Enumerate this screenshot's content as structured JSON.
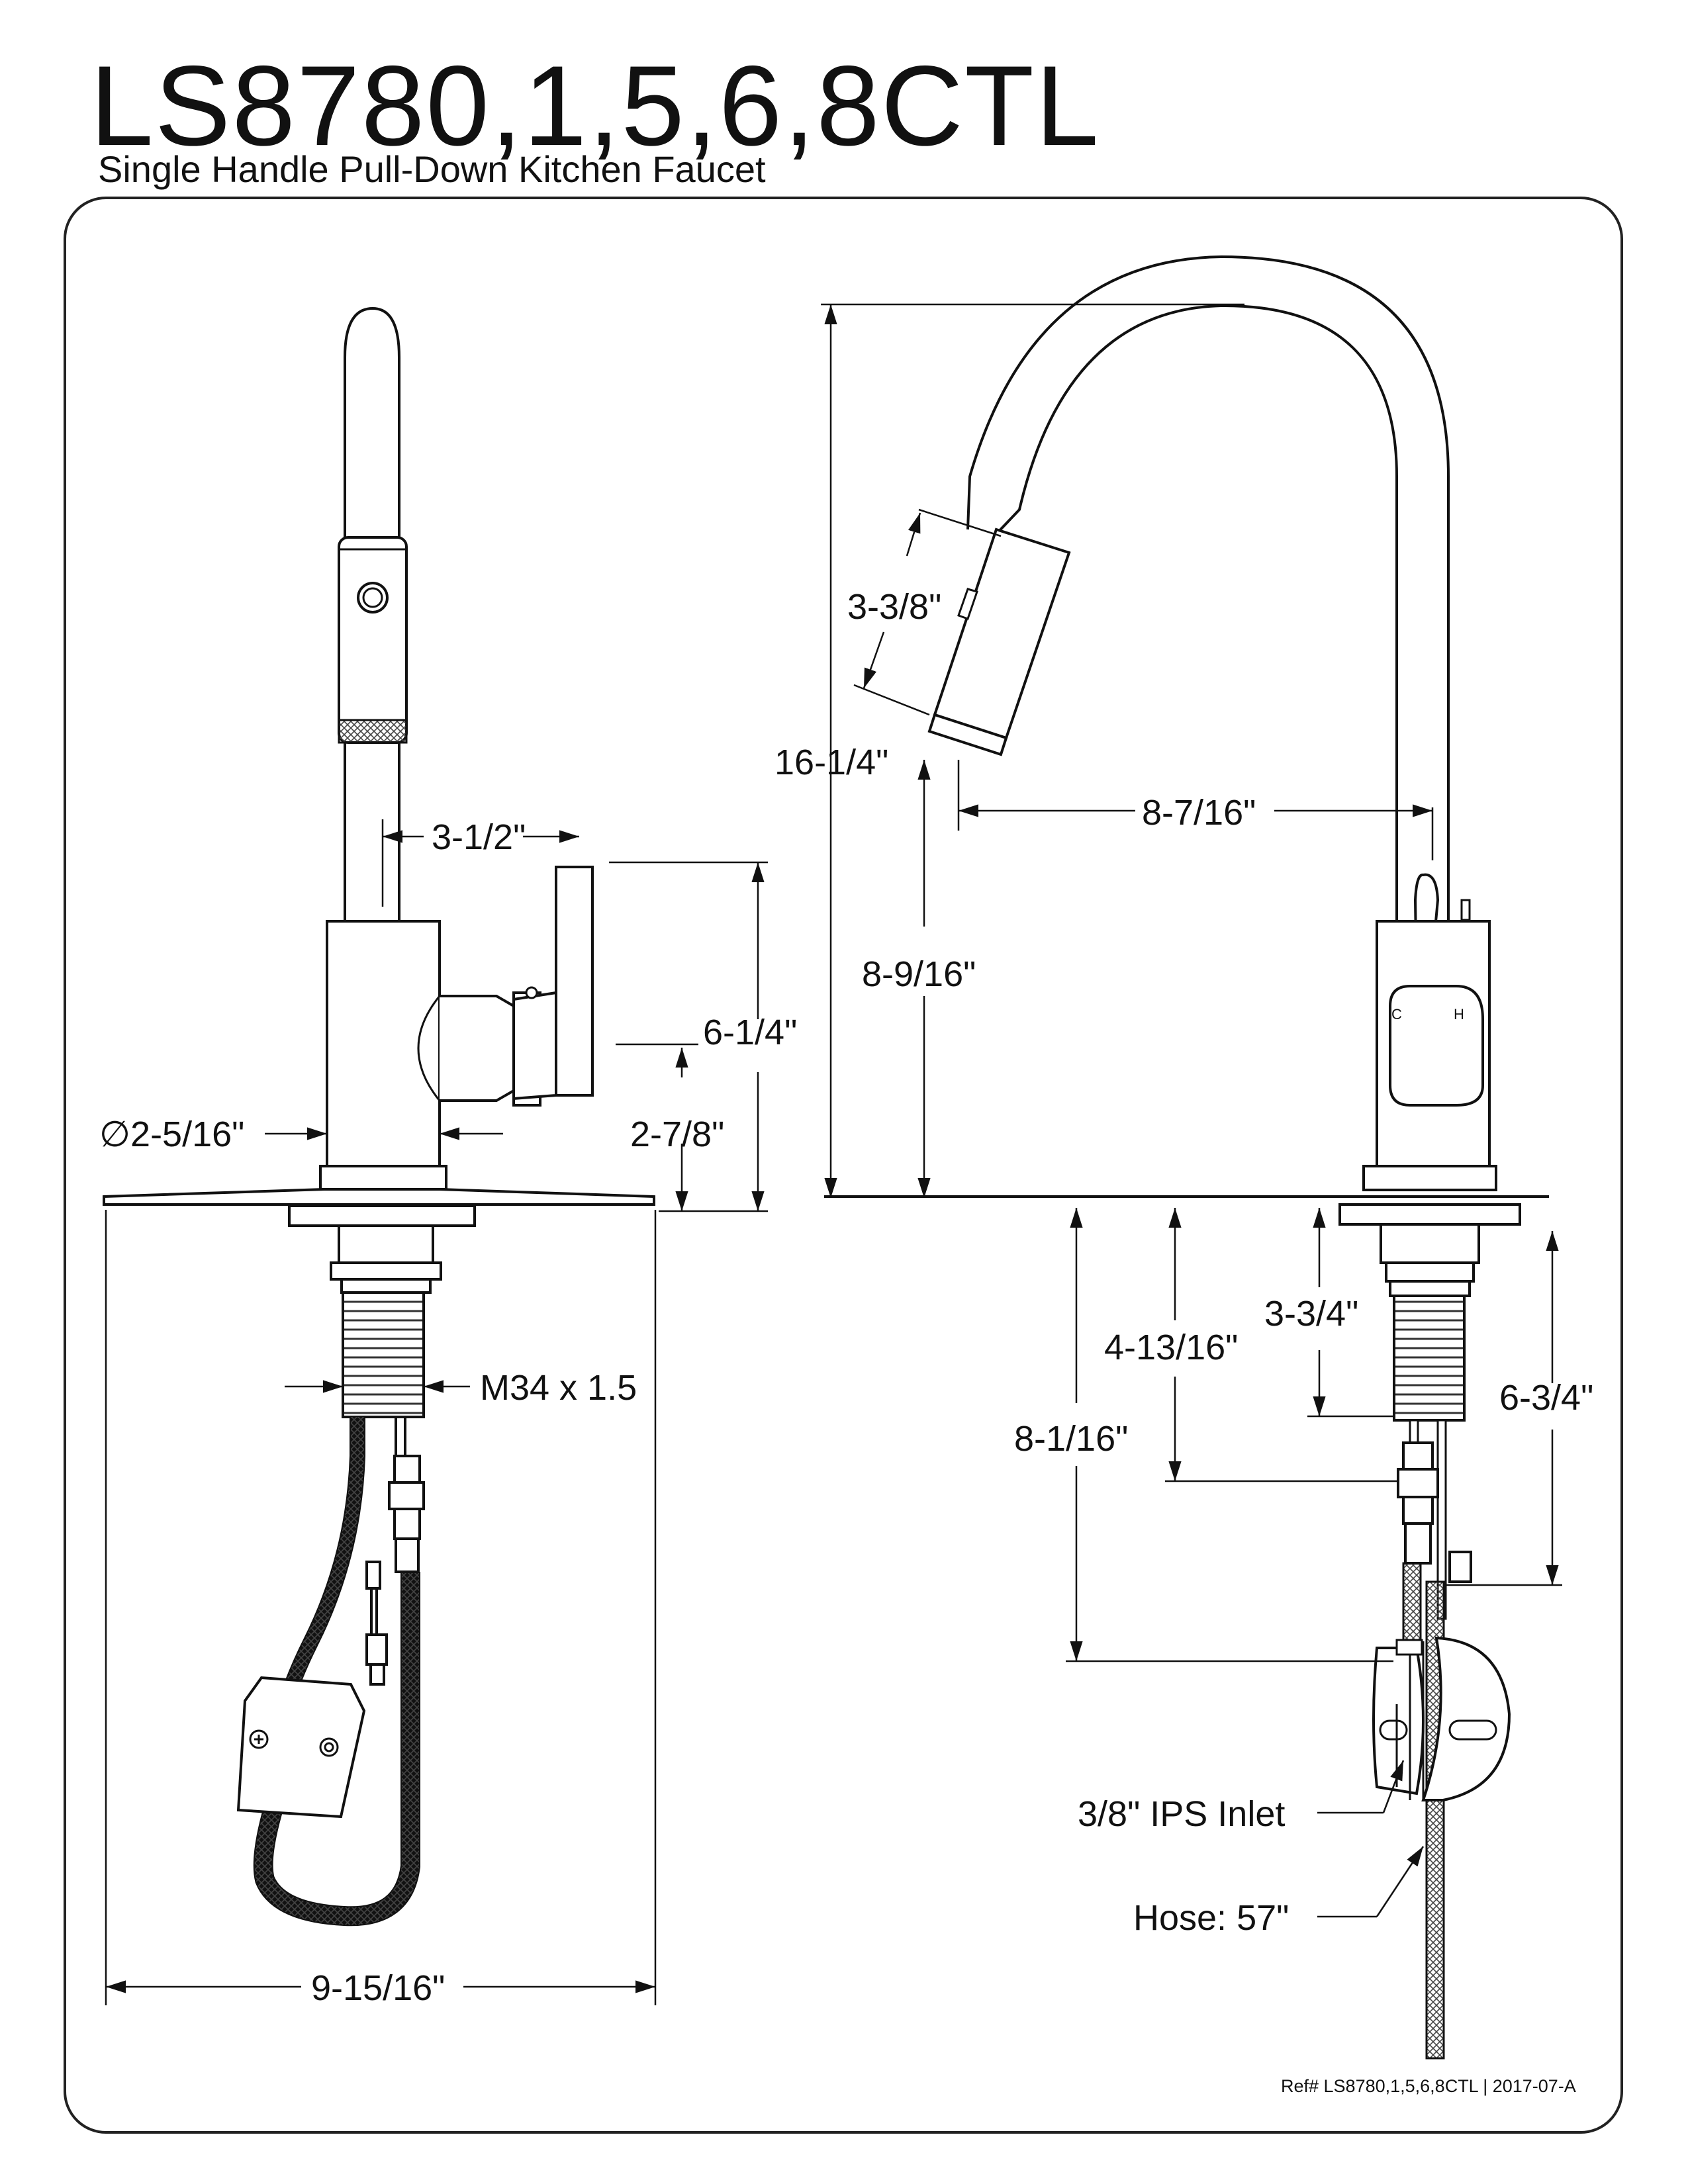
{
  "header": {
    "model_number": "LS8780,1,5,6,8CTL",
    "description": "Single Handle Pull-Down Kitchen Faucet"
  },
  "front_view": {
    "spout_offset": "3-1/2\"",
    "handle_height": "6-1/4\"",
    "handle_base_height": "2-7/8\"",
    "base_diameter": "∅2-5/16\"",
    "thread_size": "M34 x 1.5",
    "deck_plate_width": "9-15/16\""
  },
  "side_view": {
    "total_height": "16-1/4\"",
    "spray_head_length": "3-3/8\"",
    "reach": "8-7/16\"",
    "aerator_height": "8-9/16\"",
    "valve_labels": {
      "cold": "C",
      "hot": "H"
    },
    "shank_to_nut": "3-3/4\"",
    "shank_to_fitting": "4-13/16\"",
    "shank_to_weight": "6-3/4\"",
    "shank_to_inlet": "8-1/16\"",
    "inlet_callout": "3/8\" IPS Inlet",
    "hose_callout": "Hose: 57\""
  },
  "footer": {
    "reference": "Ref# LS8780,1,5,6,8CTL | 2017-07-A"
  }
}
